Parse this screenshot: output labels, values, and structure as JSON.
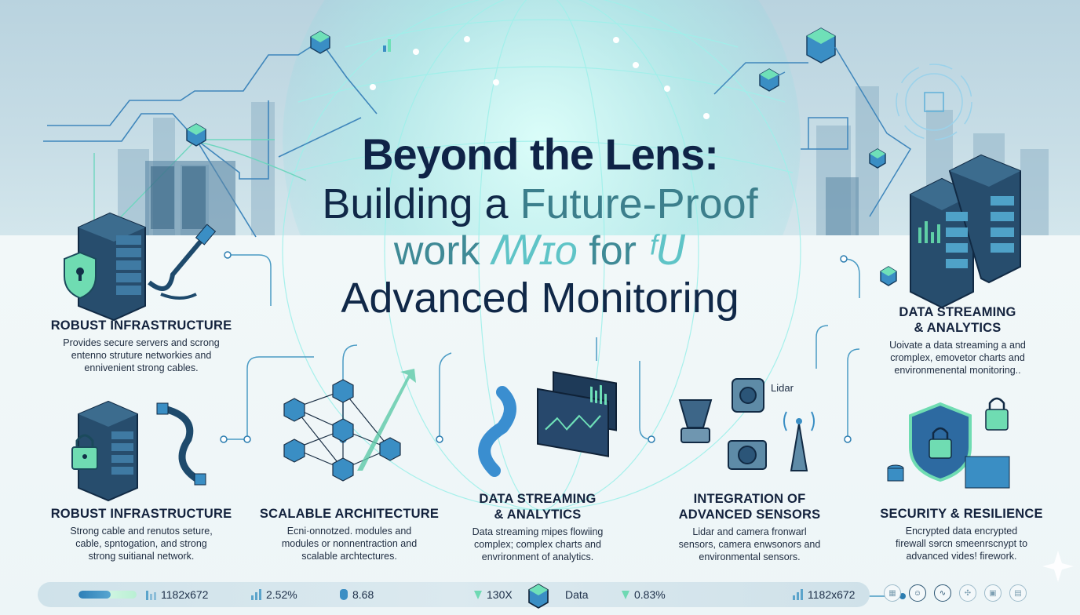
{
  "title": {
    "line1": "Beyond the Lens:",
    "line2_a": "Building a ",
    "line2_b": "Future-Proof",
    "line3_a": "work ",
    "line3_glyph1": "ꟿɪᴏ",
    "line3_b": " for ",
    "line3_glyph2": "ᶠꓴ",
    "line4": "Advanced Monitoring"
  },
  "sections": [
    {
      "id": "robust-infrastructure-top",
      "title": "ROBUST INFRASTRUCTURE",
      "desc": [
        "Provides secure servers and scrong",
        "entenno struture networkies and",
        "ennivenient strong cables."
      ],
      "icon": "server-shield-cable-icon"
    },
    {
      "id": "data-streaming-top",
      "title_lines": [
        "DATA STREAMING",
        "& ANALYTICS"
      ],
      "desc": [
        "Uoivate a data streaming a and",
        "cromplex, emovetor charts and",
        "environmenental monitoring.."
      ],
      "icon": "server-racks-icon"
    },
    {
      "id": "robust-infrastructure-bottom",
      "title": "ROBUST INFRASTRUCTURE",
      "desc": [
        "Strong cable and renutos seture,",
        "cable, spntogation, and strong",
        "strong suitianal network."
      ],
      "icon": "server-lock-cable-icon"
    },
    {
      "id": "scalable-architecture",
      "title": "SCALABLE ARCHITECTURE",
      "desc": [
        "Ecni·onnotzed. modules and",
        "modules or nonnentraction and",
        "scalable archtectures."
      ],
      "icon": "cube-network-icon"
    },
    {
      "id": "data-streaming-bottom",
      "title_lines": [
        "DATA STREAMING",
        "& ANALYTICS"
      ],
      "desc": [
        "Data streaming mipes flowiing",
        "complex; complex charts and",
        "envrironment of analytics."
      ],
      "icon": "pipe-dashboard-icon"
    },
    {
      "id": "advanced-sensors",
      "title_lines": [
        "INTEGRATION OF",
        "ADVANCED SENSORS"
      ],
      "desc": [
        "Lidar and camera fronwarl",
        "sensors, camera enwsonors and",
        "environmental sensors."
      ],
      "icon": "sensors-icon",
      "label": "Lidar"
    },
    {
      "id": "security-resilience",
      "title": "SECURITY & RESILIENCE",
      "desc": [
        "Encrypted data encrypted",
        "firewall sɘrcn smeenrscnypt to",
        "advanced vides! firework."
      ],
      "icon": "shield-lock-icon"
    }
  ],
  "statusbar": {
    "progress_percent": 55,
    "resolution_1": "1182x672",
    "percent_1": "2.52%",
    "value_1": "8.68",
    "zoom": "130X",
    "data_label": "Data",
    "percent_2": "0.83%",
    "resolution_2": "1182x672"
  },
  "tool_icons": [
    {
      "name": "grid-icon",
      "glyph": "▦",
      "active": false
    },
    {
      "name": "users-icon",
      "glyph": "☺",
      "active": true
    },
    {
      "name": "waveform-icon",
      "glyph": "∿",
      "active": true
    },
    {
      "name": "network-icon",
      "glyph": "✣",
      "active": false
    },
    {
      "name": "briefcase-icon",
      "glyph": "▣",
      "active": false
    },
    {
      "name": "chart-icon",
      "glyph": "▤",
      "active": false
    }
  ],
  "colors": {
    "navy": "#0f2347",
    "teal": "#3f8a96",
    "accent_green": "#6fd9b3",
    "accent_blue": "#3b8ec4"
  }
}
